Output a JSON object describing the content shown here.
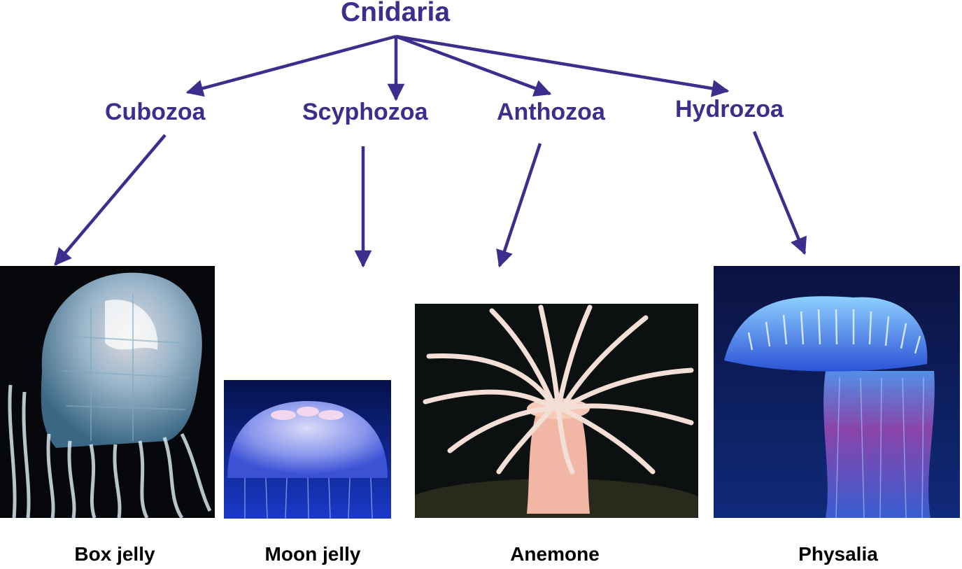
{
  "diagram": {
    "root": "Cnidaria",
    "classes": [
      {
        "name": "Cubozoa",
        "example": "Box jelly"
      },
      {
        "name": "Scyphozoa",
        "example": "Moon jelly"
      },
      {
        "name": "Anthozoa",
        "example": "Anemone"
      },
      {
        "name": "Hydrozoa",
        "example": "Physalia"
      }
    ]
  },
  "colors": {
    "label": "#3d2d8c",
    "arrow": "#3d2d8c",
    "caption": "#000000"
  }
}
